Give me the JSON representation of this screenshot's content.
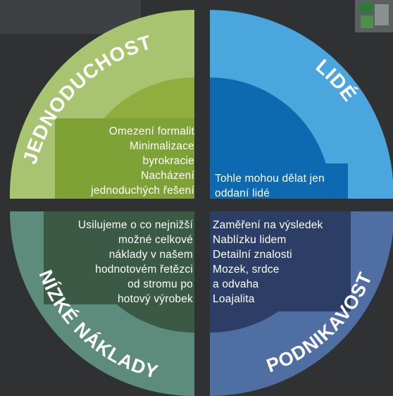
{
  "colors": {
    "background": "#2f3133",
    "top_left": "#8fae3f",
    "top_left_ring": "#a8c470",
    "top_right": "#0d6ab0",
    "top_right_ring": "#4aa6dc",
    "bottom_left": "#3a5a46",
    "bottom_left_ring": "#5e8c7c",
    "bottom_right": "#2c3e66",
    "bottom_right_ring": "#4f6ea2",
    "text": "#ffffff"
  },
  "quadrants": {
    "top_left": {
      "title": "JEDNODUCHOST",
      "lines": [
        "Omezení formalit",
        "Minimalizace",
        "byrokracie",
        "Nacházení",
        "jednoduchých řešení"
      ]
    },
    "top_right": {
      "title": "LIDÉ",
      "lines": [
        "Tohle mohou dělat jen",
        "oddaní lidé"
      ]
    },
    "bottom_left": {
      "title": "NÍZKÉ NÁKLADY",
      "lines": [
        "Usilujeme o co nejnižší",
        "možné celkové",
        "náklady v našem",
        "hodnotovém řetězci",
        "od stromu po",
        "hotový výrobek"
      ]
    },
    "bottom_right": {
      "title": "PODNIKAVOST",
      "lines": [
        "Zaměření na výsledek",
        "Nablízku lidem",
        "Detailní znalosti",
        "Mozek, srdce",
        "a odvaha",
        "Loajalita"
      ]
    }
  }
}
